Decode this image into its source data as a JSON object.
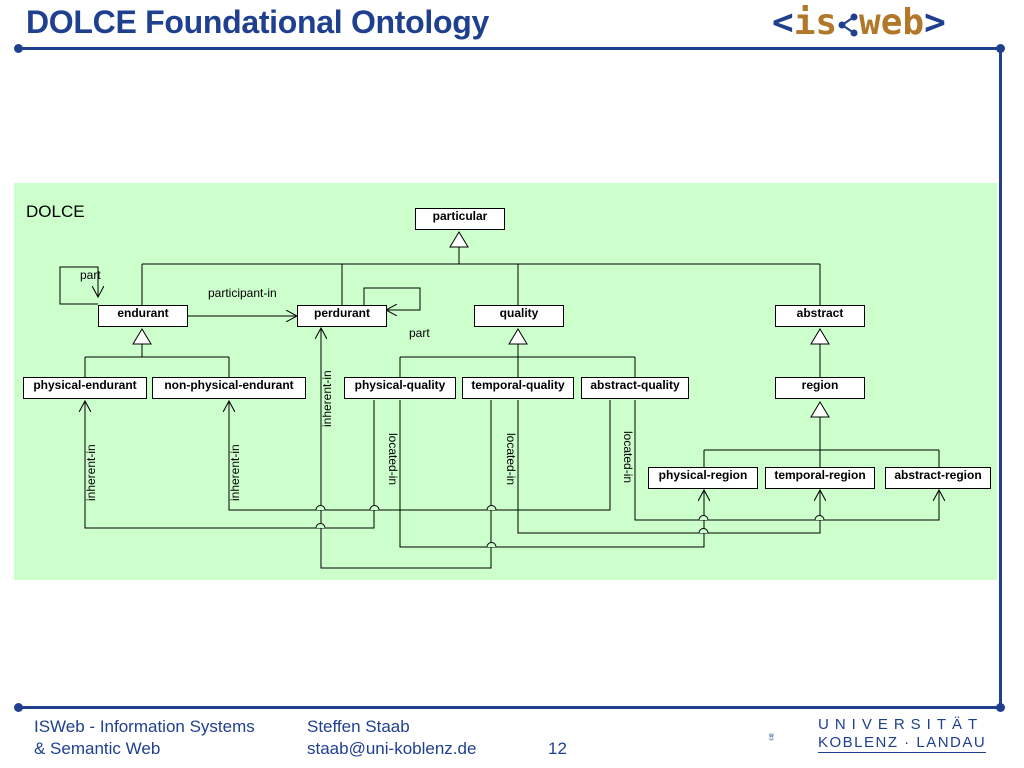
{
  "header": {
    "title": "DOLCE Foundational Ontology",
    "logo": {
      "open": "<",
      "part1": "is",
      "part2": "web",
      "close": ">"
    }
  },
  "diagram": {
    "label": "DOLCE",
    "classes": {
      "particular": "particular",
      "endurant": "endurant",
      "perdurant": "perdurant",
      "quality": "quality",
      "abstract": "abstract",
      "physical_endurant": "physical-endurant",
      "non_physical_endurant": "non-physical-endurant",
      "physical_quality": "physical-quality",
      "temporal_quality": "temporal-quality",
      "abstract_quality": "abstract-quality",
      "region": "region",
      "physical_region": "physical-region",
      "temporal_region": "temporal-region",
      "abstract_region": "abstract-region"
    },
    "relations": {
      "part_endurant": "part",
      "participant_in": "participant-in",
      "part_perdurant": "part",
      "inherent_in_perdurant": "inherent-in",
      "inherent_in_physical_endurant": "inherent-in",
      "inherent_in_non_physical_endurant": "inherent-in",
      "located_in_physical": "located-in",
      "located_in_temporal": "located-in",
      "located_in_abstract": "located-in"
    }
  },
  "footer": {
    "org_line1": "ISWeb - Information Systems",
    "org_line2": "& Semantic Web",
    "author": "Steffen Staab",
    "email": "staab@uni-koblenz.de",
    "page_number": "12",
    "university_name": "UNIVERSITÄT",
    "university_sub": "KOBLENZ · LANDAU"
  },
  "colors": {
    "accent": "#1f3f8f",
    "brand": "#b07828",
    "diagram_background": "#ccffcc"
  }
}
